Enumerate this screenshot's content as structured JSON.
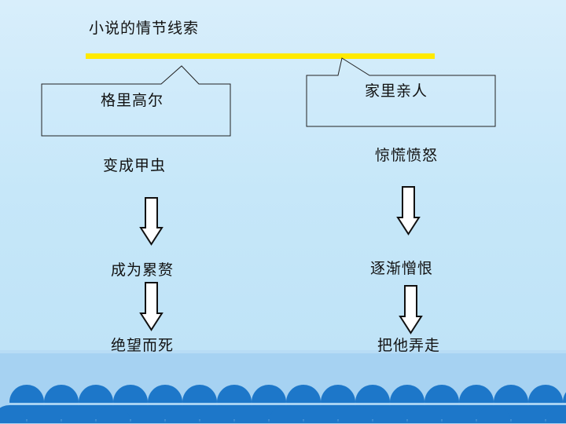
{
  "title": "小说的情节线索",
  "left": {
    "character": "格里高尔",
    "steps": [
      "变成甲虫",
      "成为累赘",
      "绝望而死"
    ]
  },
  "right": {
    "character": "家里亲人",
    "steps": [
      "惊慌愤怒",
      "逐渐憎恨",
      "把他弄走"
    ]
  },
  "colors": {
    "plot_line": "#ffea00",
    "wave_fill": "#1d77c9",
    "bottom_band": "#9fcdf0"
  }
}
